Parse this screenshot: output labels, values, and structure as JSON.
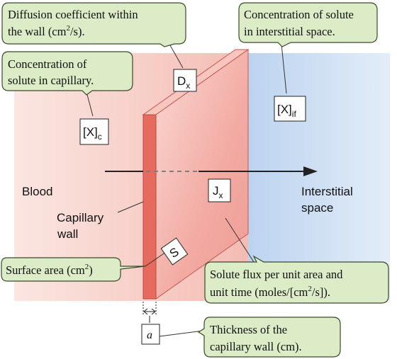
{
  "colors": {
    "blood_region": "#f6c3bb",
    "interstitial_region": "#c9dbf2",
    "wall_face": "#f1a49b",
    "wall_edge": "#e0685d",
    "callout_fill": "#dcecc6",
    "callout_stroke": "#3a4a2a",
    "arrow": "#222222"
  },
  "callouts": {
    "diffusion": {
      "line1": "Diffusion coefficient within",
      "line2_pre": "the wall (cm",
      "line2_sup": "2",
      "line2_post": "/s)."
    },
    "interstitial_conc": {
      "line1": "Concentration of solute",
      "line2": "in interstitial space."
    },
    "capillary_conc": {
      "line1": "Concentration of",
      "line2": "solute in capillary."
    },
    "surface_area": {
      "text_pre": "Surface area (cm",
      "text_sup": "2",
      "text_post": ")"
    },
    "flux": {
      "line1": "Solute flux per unit area and",
      "line2_pre": "unit time (moles/[cm",
      "line2_sup": "2",
      "line2_post": "/s])."
    },
    "thickness": {
      "line1": "Thickness of the",
      "line2": "capillary wall (cm)."
    }
  },
  "symbols": {
    "d": {
      "main": "D",
      "sub": "x"
    },
    "x_if": {
      "main": "[X]",
      "sub": "if"
    },
    "x_c": {
      "main": "[X]",
      "sub": "c"
    },
    "j": {
      "main": "J",
      "sub": "x"
    },
    "s": {
      "main": "S"
    },
    "a": {
      "main": "a"
    }
  },
  "labels": {
    "blood": "Blood",
    "capillary_wall_1": "Capillary",
    "capillary_wall_2": "wall",
    "interstitial_1": "Interstitial",
    "interstitial_2": "space"
  }
}
